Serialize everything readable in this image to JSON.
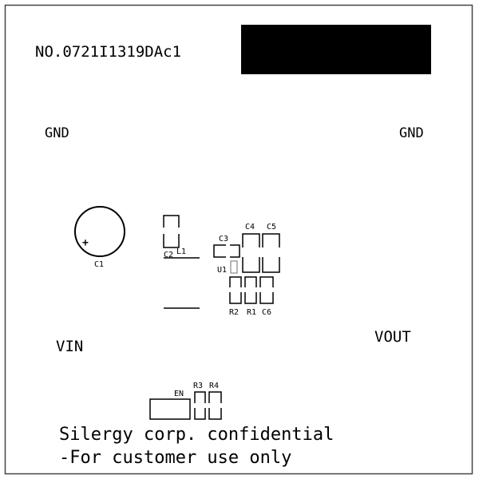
{
  "board": {
    "serial_number": "NO.0721I1319DAc1",
    "redaction_block_color": "#000000",
    "border_color": "#555555"
  },
  "terminals": {
    "gnd_left": "GND",
    "gnd_right": "GND",
    "vin": "VIN",
    "vout": "VOUT"
  },
  "components": {
    "c1": "C1",
    "c1_polarity": "+",
    "c2": "C2",
    "l1": "L1",
    "c3": "C3",
    "c4": "C4",
    "c5": "C5",
    "u1": "U1",
    "r1": "R1",
    "r2": "R2",
    "c6": "C6",
    "en": "EN",
    "r3": "R3",
    "r4": "R4"
  },
  "footer": {
    "line1": "Silergy corp. confidential",
    "line2": "-For customer use only"
  }
}
